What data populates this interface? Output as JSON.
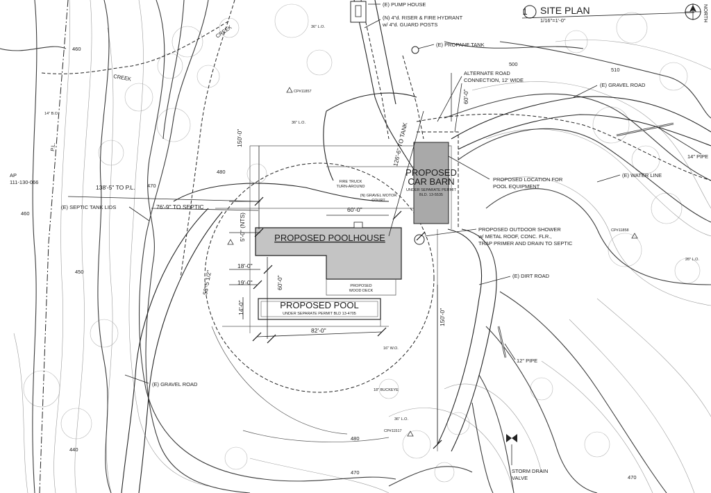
{
  "title": {
    "number": "1",
    "name": "SITE PLAN",
    "scale": "1/16\"=1'-0\"",
    "north": "NORTH"
  },
  "buildings": {
    "poolhouse": "PROPOSED POOLHOUSE",
    "car_barn_line1": "PROPOSED",
    "car_barn_line2": "CAR BARN",
    "car_barn_permit": "UNDER SEPARATE PERMIT",
    "car_barn_bld": "BLD. 13-5535",
    "pool": "PROPOSED POOL",
    "pool_permit": "UNDER SEPARATE PERMIT BLD 13-4705",
    "wood_deck_1": "PROPOSED",
    "wood_deck_2": "WOOD DECK",
    "turnaround_1": "FIRE TRUCK",
    "turnaround_2": "TURN-AROUND",
    "gravel_court_1": "(N) GRAVEL MOTOR",
    "gravel_court_2": "COURT"
  },
  "callouts": {
    "pump_house": "(E) PUMP HOUSE",
    "riser_1": "(N) 4\"d. RISER & FIRE HYDRANT",
    "riser_2": "w/ 4\"d. GUARD POSTS",
    "propane": "(E) PROPANE TANK",
    "alt_road_1": "ALTERNATE ROAD",
    "alt_road_2": "CONNECTION, 12' WIDE",
    "gravel_road_ne": "(E) GRAVEL ROAD",
    "pipe_14": "14\" PIPE",
    "water_line": "(E) WATER LINE",
    "pool_equip_1": "PROPOSED LOCATION FOR",
    "pool_equip_2": "POOL EQUIPMENT",
    "shower_1": "PROPOSED OUTDOOR SHOWER",
    "shower_2": "w/ METAL ROOF, CONC. FLR.,",
    "shower_3": "TRAP PRIMER AND DRAIN TO SEPTIC",
    "dirt_road": "(E) DIRT ROAD",
    "pipe_12": "12\" PIPE",
    "storm_1": "STORM DRAIN",
    "storm_2": "VALVE",
    "gravel_road_sw": "(E) GRAVEL ROAD",
    "septic_lids": "(E) SEPTIC TANK LIDS",
    "ap_1": "AP",
    "ap_2": "111-130-066",
    "pl": "P.L.",
    "creek_1": "CREEK",
    "creek_2": "CREEK"
  },
  "dimensions": {
    "to_pl": "138'-5\" TO P.L.",
    "to_septic": "76'-9\" TO SEPTIC",
    "to_tank": "126'-6\" TO TANK",
    "d60_top": "60'-0\"",
    "d150_left": "150'-0\"",
    "d60_court": "60'-0\"",
    "d5_nts": "5'-0\" (NTS)",
    "d18": "18'-0\"",
    "d19": "19'-0\"",
    "d60_vert": "60'-0\"",
    "d14": "14'-0\"",
    "d82": "82'-0\"",
    "d53": "53'-5 1/2\"",
    "d150_right": "150'-0\""
  },
  "contours": {
    "c460a": "460",
    "c460b": "460",
    "c470a": "470",
    "c480a": "480",
    "c450": "450",
    "c440": "440",
    "c500": "500",
    "c510": "510",
    "c480b": "480",
    "c470b": "470",
    "c470c": "470"
  },
  "trees": {
    "t1": "36\" L.O.",
    "t2": "CP#11857",
    "t3": "36\" L.O.",
    "t4": "18\" BUCKEYE",
    "t5": "16\" W.O.",
    "t6": "CP#11517",
    "t7": "36\" L.O.",
    "t8": "CP#11858",
    "t9": "26\" L.O.",
    "t10": "14\" B.O."
  }
}
